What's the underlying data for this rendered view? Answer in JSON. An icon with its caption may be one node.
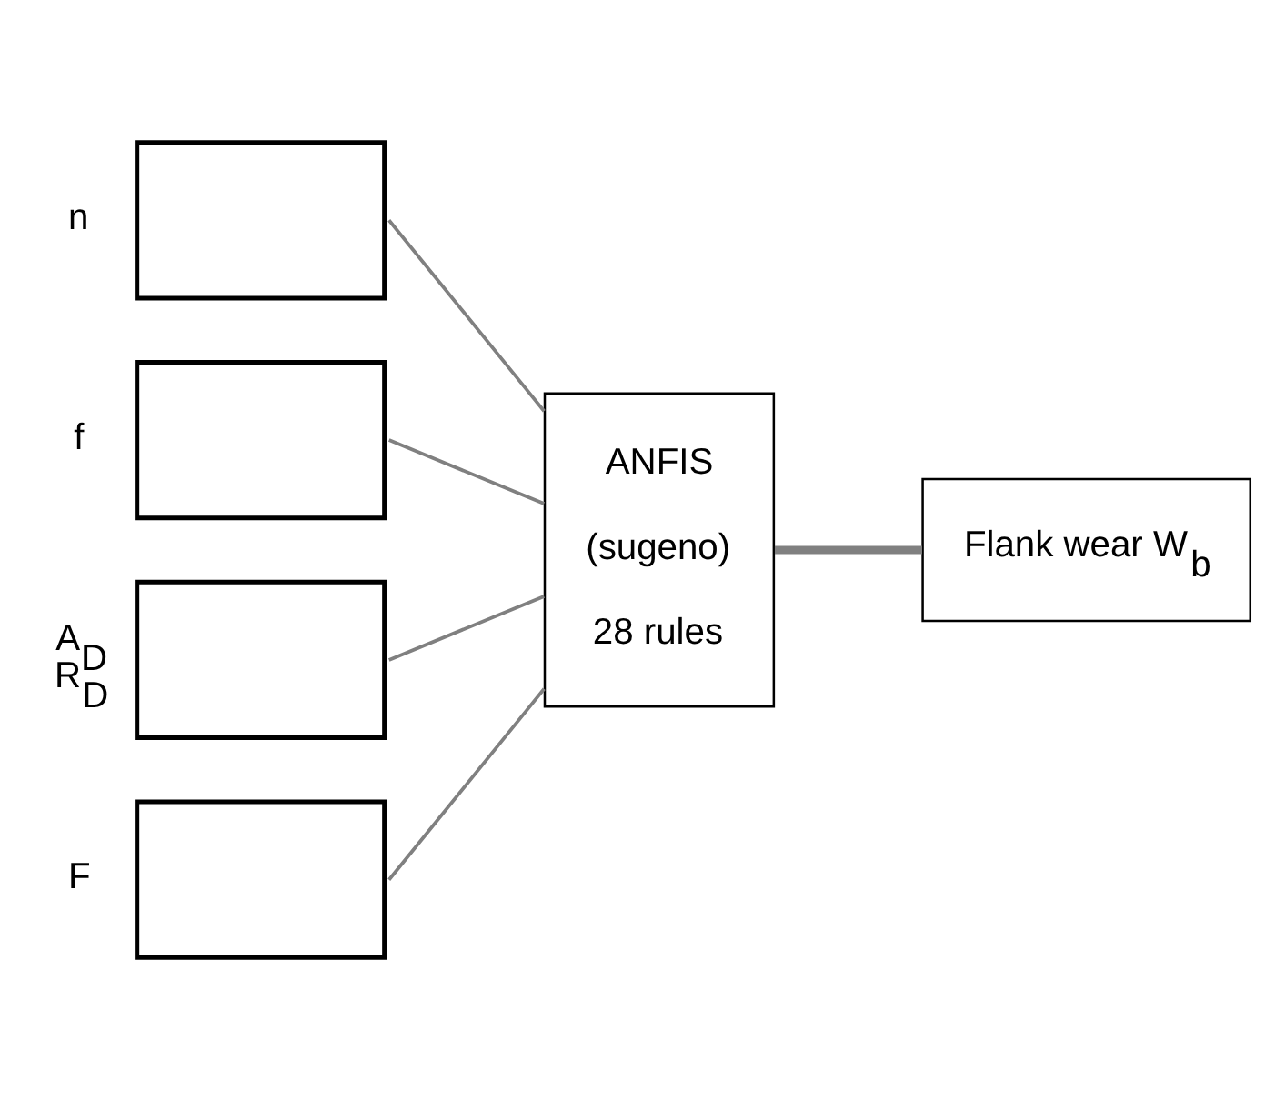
{
  "diagram": {
    "nodes": [
      {
        "text": [],
        "shape": "box",
        "beside": [
          "n"
        ]
      },
      {
        "text": [],
        "shape": "box",
        "beside": [
          "f"
        ]
      },
      {
        "text": [],
        "shape": "box",
        "beside": [
          "A$_{D}$ R$_{D}$"
        ]
      },
      {
        "text": [],
        "shape": "box",
        "beside": [
          "F"
        ]
      },
      {
        "text": [
          "ANFIS",
          "(sugeno)",
          "28 rules"
        ]
      },
      {
        "text": [
          "Flank wear W$_{b}$"
        ]
      }
    ],
    "edges": [
      {
        "from": 0,
        "to": 4,
        "arrow": "none"
      },
      {
        "from": 1,
        "to": 4,
        "arrow": "none"
      },
      {
        "from": 2,
        "to": 4,
        "arrow": "none"
      },
      {
        "from": 3,
        "to": 4,
        "arrow": "none"
      },
      {
        "from": 4,
        "to": 5,
        "arrow": "none",
        "style": "thick"
      }
    ]
  }
}
